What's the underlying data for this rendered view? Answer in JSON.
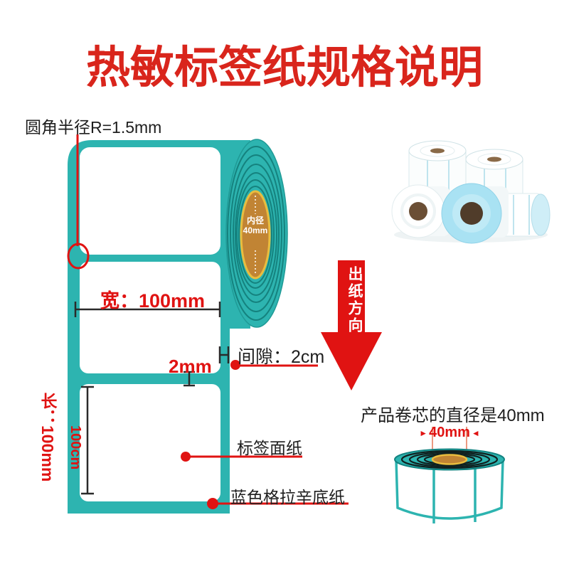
{
  "title": "热敏标签纸规格说明",
  "diagram": {
    "corner_radius_label": "圆角半径R=1.5mm",
    "width_dim": "宽：100mm",
    "gap_dim_small": "2mm",
    "gap_dim": "间隙：2cm",
    "length_dim": "长：100mm",
    "length_inner_dim": "100cm",
    "label_face_note": "标签面纸",
    "backing_note": "蓝色格拉辛底纸",
    "core_inner_line1": "内径",
    "core_inner_line2": "40mm"
  },
  "direction_arrow": {
    "label": "出纸方向"
  },
  "core_note": {
    "text": "产品卷芯的直径是40mm",
    "dim": "40mm"
  },
  "icons": {
    "dim_arrow_left": "►",
    "dim_arrow_right": "◄"
  },
  "colors": {
    "title_red": "#d9251c",
    "accent_red": "#e01312",
    "teal": "#2db4b0",
    "teal_dark": "#15827e",
    "core_orange": "#c18434",
    "core_gold": "#e9bd3e"
  }
}
